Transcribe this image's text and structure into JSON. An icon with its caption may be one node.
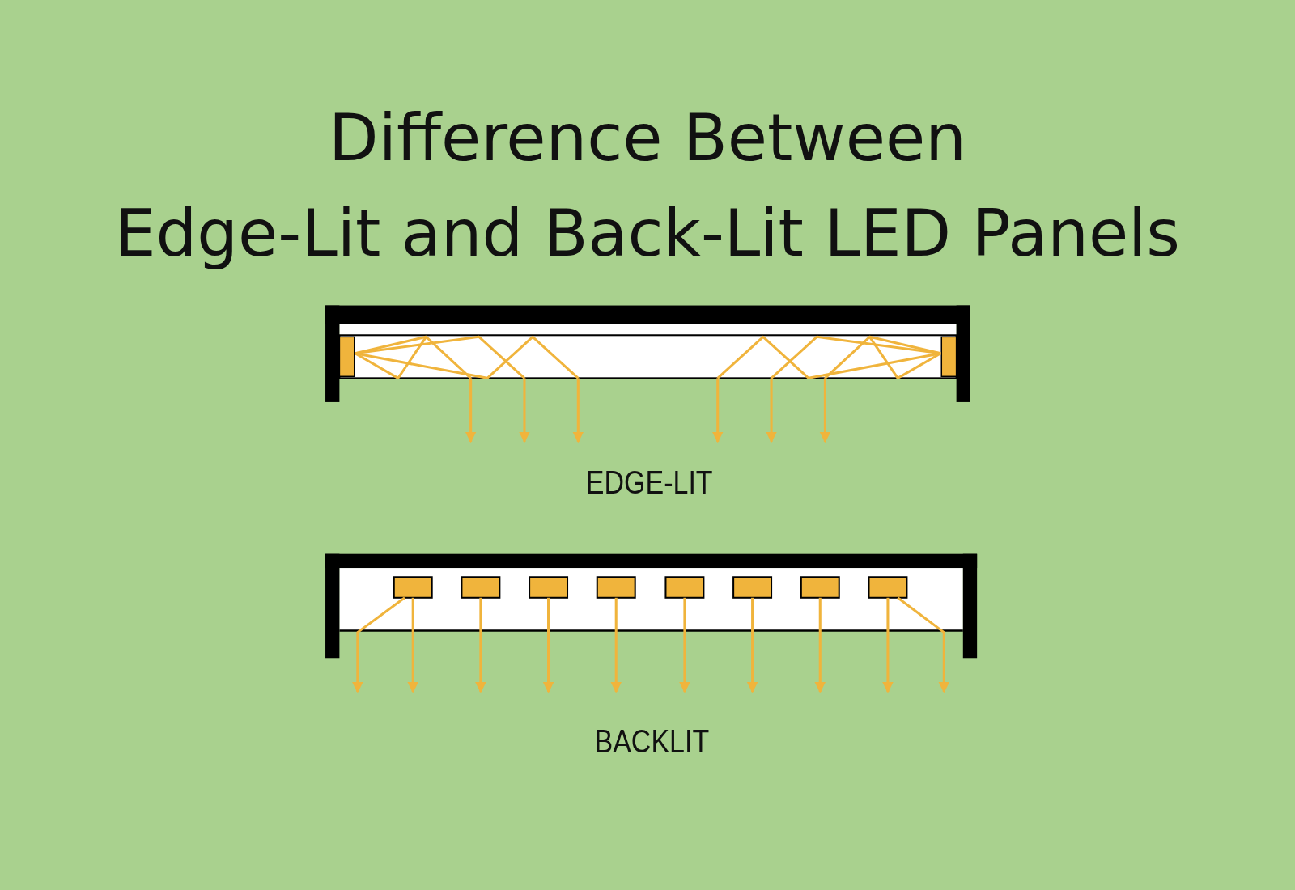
{
  "diagram": {
    "title": "Difference Between Edge-Lit and Back-Lit LED Panels",
    "labels": [
      "EDGE-LIT",
      "BACKLIT"
    ]
  }
}
